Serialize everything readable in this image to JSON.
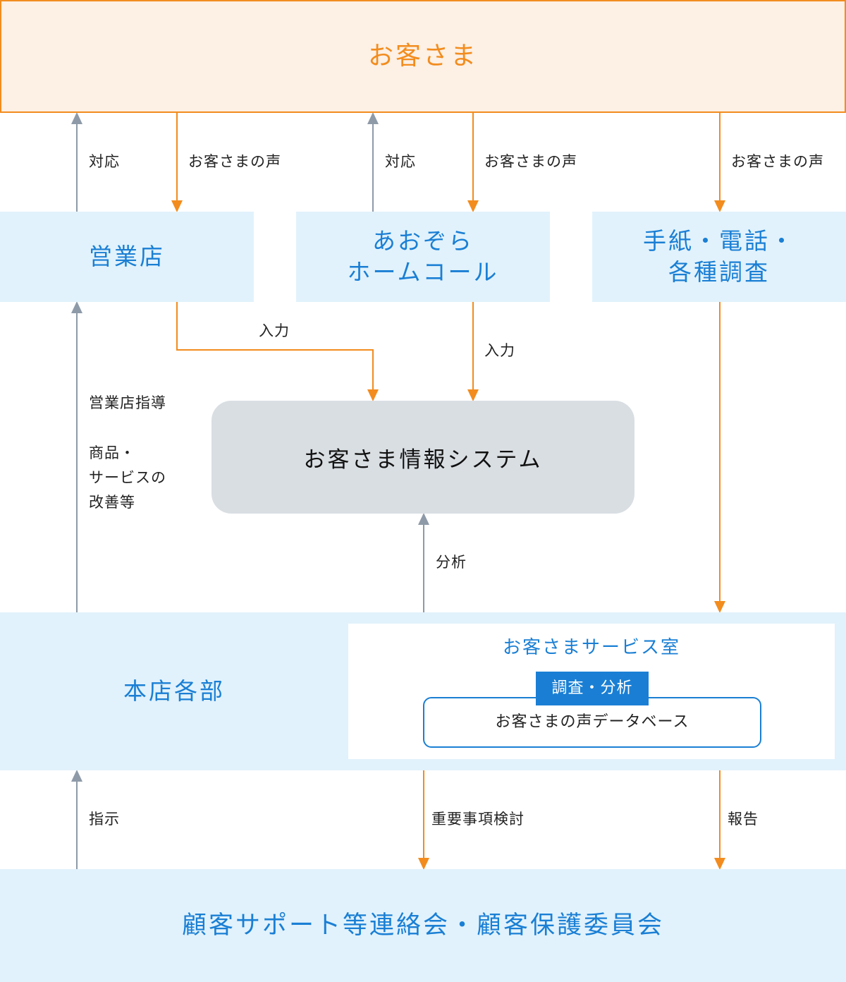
{
  "colors": {
    "orange": "#f28c1e",
    "gray_arrow": "#8e9aa8",
    "blue": "#1a7fd4",
    "light_blue": "#e1f2fc",
    "customer_bg": "#fdf0e4",
    "system_bg": "#d9dee3"
  },
  "customer": {
    "label": "お客さま"
  },
  "branch": {
    "label": "営業店"
  },
  "homecall": {
    "line1": "あおぞら",
    "line2": "ホームコール"
  },
  "letters": {
    "line1": "手紙・電話・",
    "line2": "各種調査"
  },
  "system": {
    "label": "お客さま情報システム"
  },
  "hq": {
    "label": "本店各部"
  },
  "service_room": {
    "label": "お客さまサービス室",
    "tag": "調査・分析",
    "database": "お客さまの声データベース"
  },
  "committee": {
    "label": "顧客サポート等連絡会・顧客保護委員会"
  },
  "edge_labels": {
    "response_1": "対応",
    "voice_1": "お客さまの声",
    "response_2": "対応",
    "voice_2": "お客さまの声",
    "voice_3": "お客さまの声",
    "input_1": "入力",
    "input_2": "入力",
    "branch_guidance": "営業店指導",
    "improvement_1": "商品・",
    "improvement_2": "サービスの",
    "improvement_3": "改善等",
    "analysis": "分析",
    "instruction": "指示",
    "important_review": "重要事項検討",
    "report": "報告"
  }
}
